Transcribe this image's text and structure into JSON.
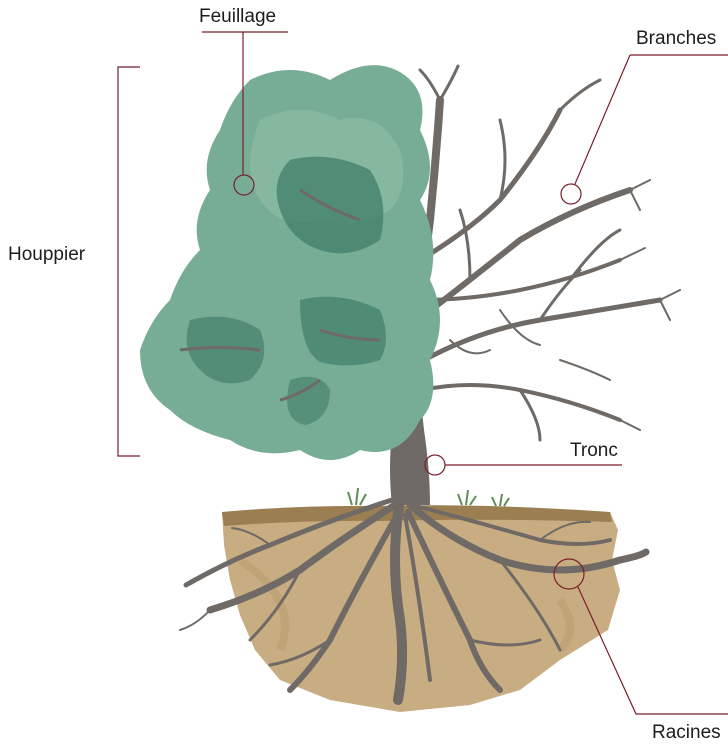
{
  "labels": {
    "feuillage": "Feuillage",
    "branches": "Branches",
    "houppier": "Houppier",
    "tronc": "Tronc",
    "racines": "Racines"
  },
  "colors": {
    "leader": "#7a1f2b",
    "foliage": "#78ad95",
    "foliage_dark": "#3f7d68",
    "bark": "#6f6a66",
    "soil": "#c9ad82",
    "soil_top": "#9b7e52",
    "grass": "#5e8f52"
  }
}
